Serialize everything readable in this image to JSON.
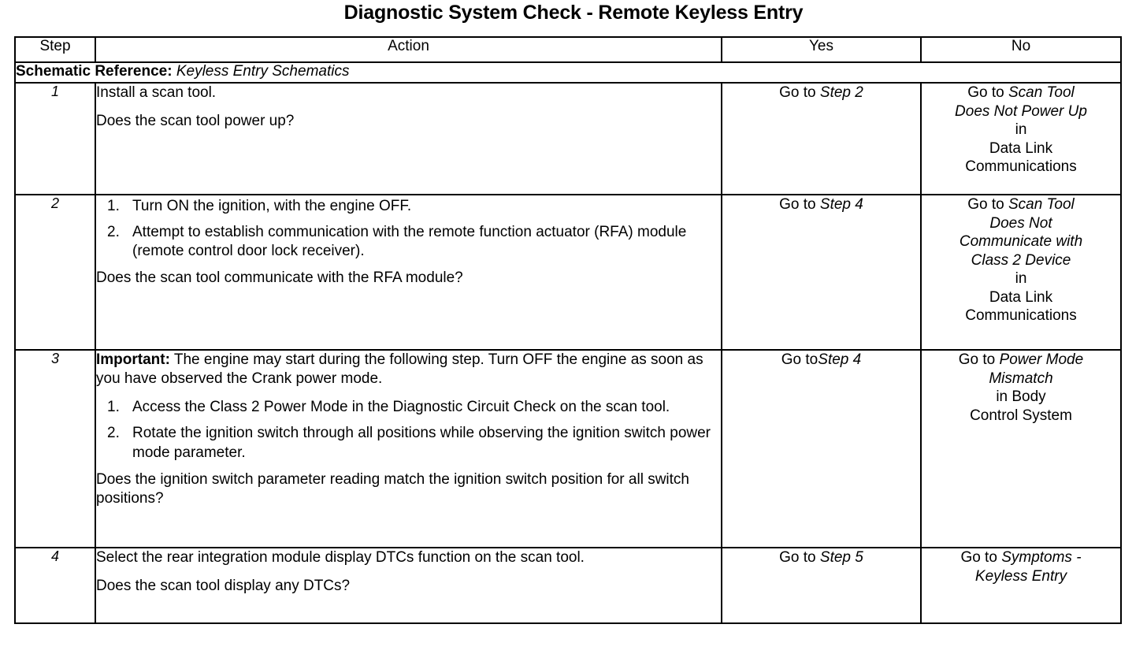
{
  "document": {
    "title": "Diagnostic System Check - Remote Keyless Entry"
  },
  "table": {
    "headers": {
      "step": "Step",
      "action": "Action",
      "yes": "Yes",
      "no": "No"
    },
    "schematic_reference": {
      "label": "Schematic Reference:",
      "value": "Keyless Entry Schematics"
    },
    "rows": [
      {
        "step": "1",
        "action": {
          "para1": "Install a scan tool.",
          "para2": "Does the scan tool power up?"
        },
        "yes": {
          "line1_prefix": "Go to ",
          "line1_italic": "Step 2"
        },
        "no": {
          "line1_prefix": "Go to ",
          "line1_italic": "Scan Tool",
          "line2_italic": "Does Not Power Up",
          "line3": "in",
          "line4": "Data Link",
          "line5": "Communications"
        }
      },
      {
        "step": "2",
        "action": {
          "item1": "Turn ON the ignition, with the engine OFF.",
          "item2": "Attempt to establish communication with the remote function actuator (RFA) module (remote control door lock receiver).",
          "question": "Does the scan tool communicate with the RFA module?"
        },
        "yes": {
          "line1_prefix": "Go to ",
          "line1_italic": "Step 4"
        },
        "no": {
          "line1_prefix": "Go to ",
          "line1_italic": "Scan Tool",
          "line2_italic": "Does Not",
          "line3_italic": "Communicate with",
          "line4_italic": "Class 2 Device",
          "line5": "in",
          "line6": "Data Link",
          "line7": "Communications"
        }
      },
      {
        "step": "3",
        "action": {
          "important_label": "Important:",
          "important_text": " The engine may start during the following step. Turn OFF the engine as soon as you have observed the Crank power mode.",
          "item1": "Access the Class 2 Power Mode in the Diagnostic Circuit Check on the scan tool.",
          "item2": "Rotate the ignition switch through all positions while observing the ignition switch power mode parameter.",
          "question": "Does the ignition switch parameter reading match the ignition switch position for all switch positions?"
        },
        "yes": {
          "line1_prefix": "Go to",
          "line1_italic": "Step 4"
        },
        "no": {
          "line1_prefix": "Go to ",
          "line1_italic": "Power Mode",
          "line2_italic": "Mismatch",
          "line3": "in Body",
          "line4": "Control System"
        }
      },
      {
        "step": "4",
        "action": {
          "para1": "Select the rear integration module display DTCs function on the scan tool.",
          "para2": "Does the scan tool display any DTCs?"
        },
        "yes": {
          "line1_prefix": "Go to ",
          "line1_italic": "Step 5"
        },
        "no": {
          "line1_prefix": "Go to ",
          "line1_italic": "Symptoms -",
          "line2_italic": "Keyless Entry"
        }
      }
    ]
  }
}
